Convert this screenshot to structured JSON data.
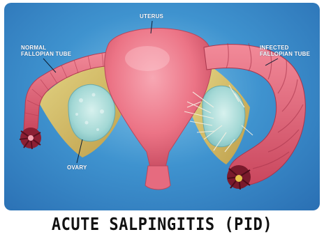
{
  "labels": {
    "uterus": "UTERUS",
    "normal_tube": "NORMAL\nFALLOPIAN TUBE",
    "infected_tube": "INFECTED\nFALLOPIAN TUBE",
    "ovary": "OVARY"
  },
  "caption": "ACUTE SALPINGITIS (PID)",
  "colors": {
    "uterus": "#f07f8f",
    "tube": "#e75d6f",
    "ovary": "#a9dad8",
    "ligament": "#e2c15a",
    "background": "#3f93cf"
  }
}
